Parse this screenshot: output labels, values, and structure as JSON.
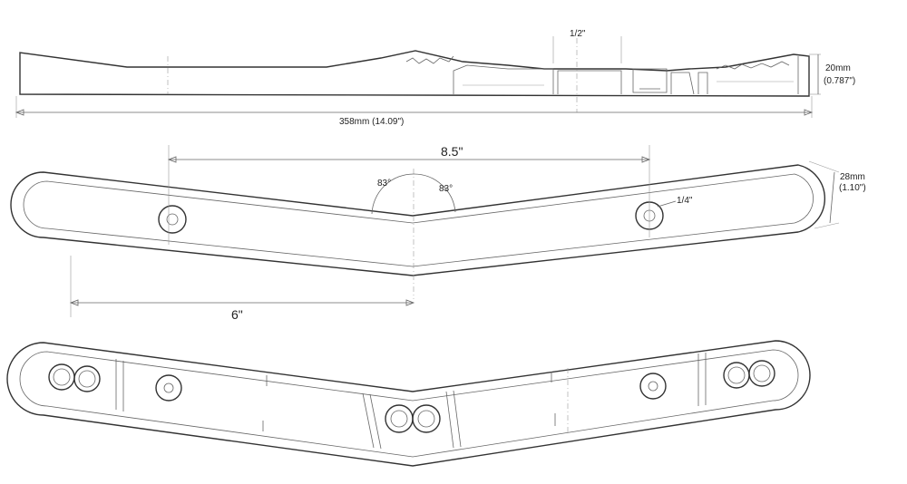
{
  "dimensions": {
    "half_inch": "1/2\"",
    "height_mm": "20mm",
    "height_in": "(0.787\")",
    "length": "358mm (14.09\")",
    "hole_spacing": "8.5\"",
    "angle_left": "83°",
    "angle_right": "83°",
    "width_mm": "28mm",
    "width_in": "(1.10\")",
    "hole_diameter": "1/4\"",
    "offset": "6\""
  }
}
